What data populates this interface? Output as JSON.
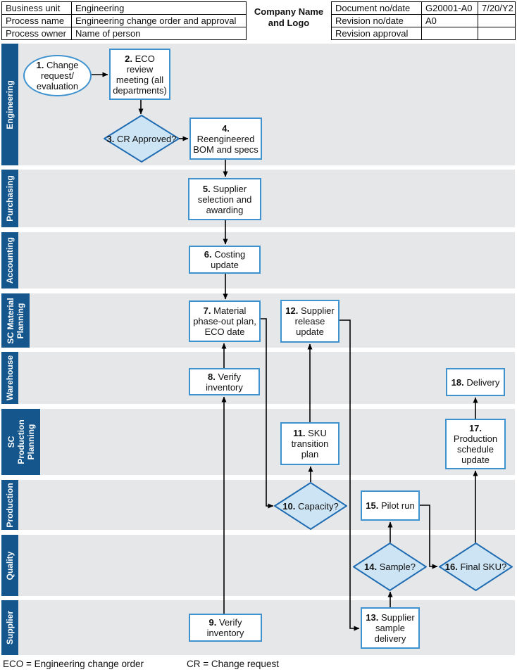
{
  "header": {
    "left_rows": [
      [
        "Business unit",
        "Engineering"
      ],
      [
        "Process name",
        "Engineering change order and approval"
      ],
      [
        "Process owner",
        "Name of person"
      ]
    ],
    "company": "Company Name and Logo",
    "right_rows": [
      [
        "Document no/date",
        "G20001-A0",
        "7/20/Y2"
      ],
      [
        "Revision no/date",
        "A0",
        ""
      ],
      [
        "Revision approval",
        "",
        ""
      ]
    ]
  },
  "lanes": [
    {
      "label": "Engineering"
    },
    {
      "label": "Purchasing"
    },
    {
      "label": "Accounting"
    },
    {
      "label": "SC Material Planning"
    },
    {
      "label": "Warehouse"
    },
    {
      "label": "SC Production Planning"
    },
    {
      "label": "Production"
    },
    {
      "label": "Quality"
    },
    {
      "label": "Supplier"
    }
  ],
  "nodes": [
    {
      "num": "1.",
      "label": "Change request/ evaluation",
      "shape": "start"
    },
    {
      "num": "2.",
      "label": "ECO review meeting (all departments)",
      "shape": "process"
    },
    {
      "num": "3.",
      "label": "CR Approved?",
      "shape": "decision"
    },
    {
      "num": "4.",
      "label": "Reengineered BOM and specs",
      "shape": "process"
    },
    {
      "num": "5.",
      "label": "Supplier selection and awarding",
      "shape": "process"
    },
    {
      "num": "6.",
      "label": "Costing update",
      "shape": "process"
    },
    {
      "num": "7.",
      "label": "Material phase-out plan, ECO date",
      "shape": "process"
    },
    {
      "num": "8.",
      "label": "Verify inventory",
      "shape": "process"
    },
    {
      "num": "9.",
      "label": "Verify inventory",
      "shape": "process"
    },
    {
      "num": "10.",
      "label": "Capacity?",
      "shape": "decision"
    },
    {
      "num": "11.",
      "label": "SKU transition plan",
      "shape": "process"
    },
    {
      "num": "12.",
      "label": "Supplier release update",
      "shape": "process"
    },
    {
      "num": "13.",
      "label": "Supplier sample delivery",
      "shape": "process"
    },
    {
      "num": "14.",
      "label": "Sample?",
      "shape": "decision"
    },
    {
      "num": "15.",
      "label": "Pilot run",
      "shape": "process"
    },
    {
      "num": "16.",
      "label": "Final SKU?",
      "shape": "decision"
    },
    {
      "num": "17.",
      "label": "Production schedule update",
      "shape": "process"
    },
    {
      "num": "18.",
      "label": "Delivery",
      "shape": "process"
    }
  ],
  "legend": {
    "eco_label": "ECO = Engineering change order",
    "cr_label": "CR = Change request"
  },
  "colors": {
    "lane_bar": "#15568d",
    "lane_background": "#e6e7e8",
    "process_border": "#3e92cf",
    "decision_border": "#1f6cb2",
    "decision_fill": "#cde4f5",
    "connector": "#000000"
  }
}
